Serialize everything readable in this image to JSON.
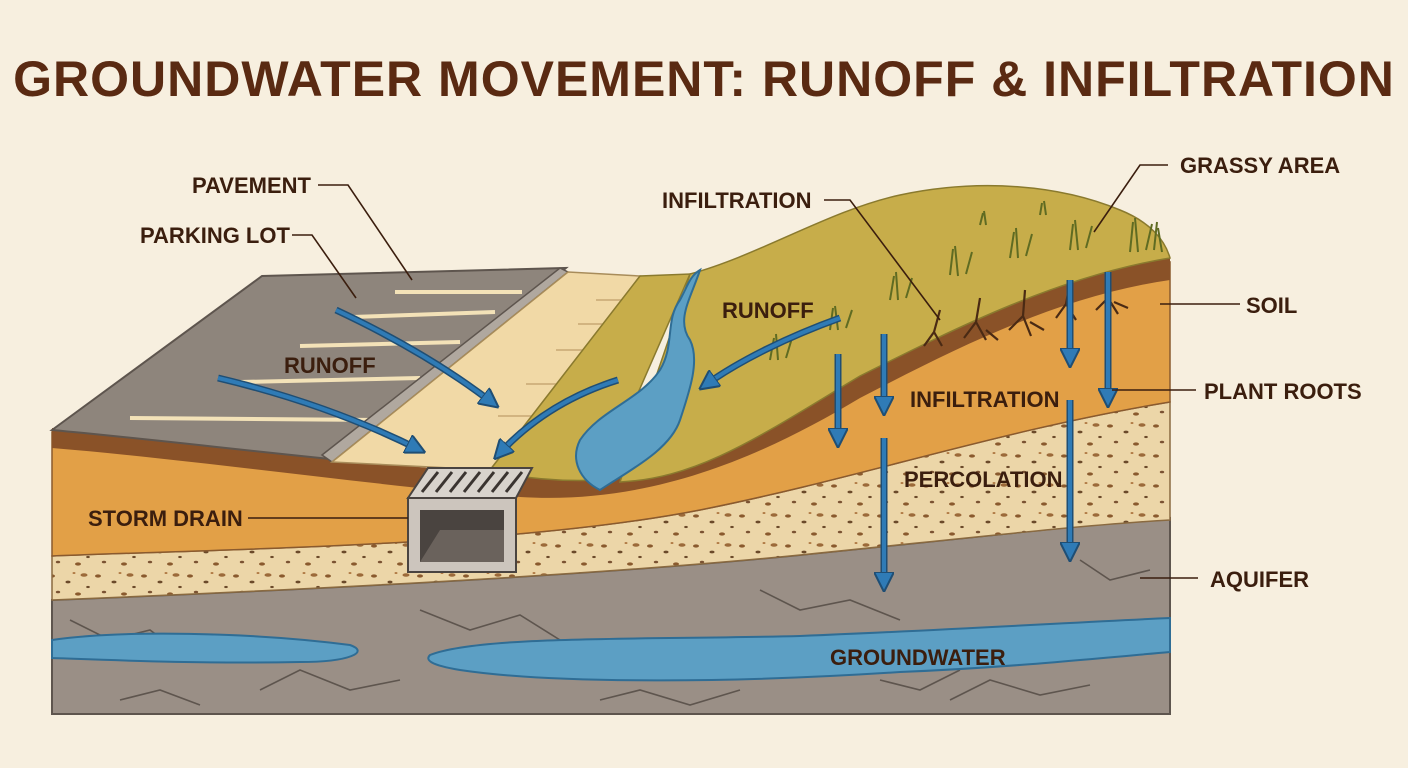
{
  "title": "GROUNDWATER MOVEMENT: RUNOFF & INFILTRATION",
  "labels": {
    "pavement": "PAVEMENT",
    "parking_lot": "PARKING LOT",
    "runoff_left": "RUNOFF",
    "runoff_right": "RUNOFF",
    "storm_drain": "STORM DRAIN",
    "infiltration_top": "INFILTRATION",
    "infiltration_mid": "INFILTRATION",
    "percolation": "PERCOLATION",
    "grassy_area": "GRASSY AREA",
    "soil": "SOIL",
    "plant_roots": "PLANT ROOTS",
    "aquifer": "AQUIFER",
    "groundwater": "GROUNDWATER"
  },
  "colors": {
    "background": "#f7efdf",
    "title": "#5a2a12",
    "label": "#3b1e0e",
    "water": "#5c9fc4",
    "arrow": "#2f7bb6",
    "pavement": "#8e857c",
    "grass": "#c7ad4a",
    "soil": "#e2a047",
    "gravel": "#ecd6a8",
    "rock": "#9a8f86"
  }
}
